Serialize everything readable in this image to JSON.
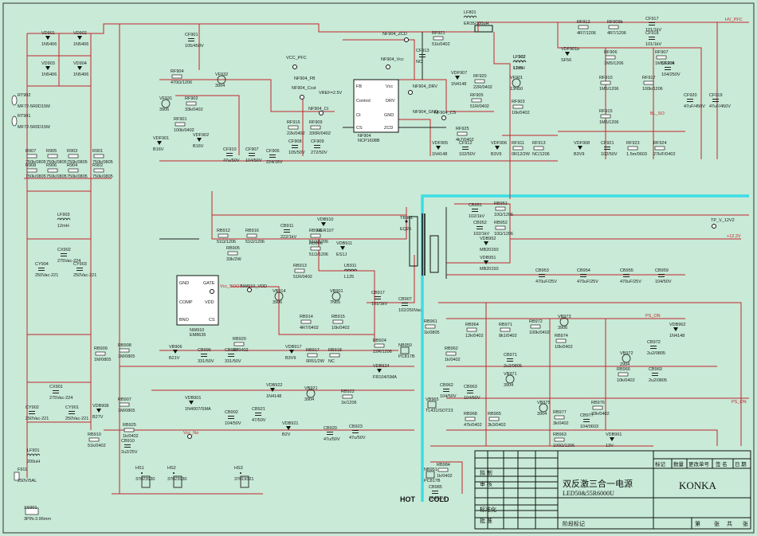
{
  "title_block": {
    "title_cn": "双反激三合一电源",
    "model": "LED50&55R6000U",
    "brand": "KONKA",
    "rows": [
      "拟 制",
      "审 核",
      "标准化",
      "批 准"
    ],
    "header": [
      "标记",
      "数量",
      "更改单号",
      "签 名",
      "日 期"
    ],
    "footer": [
      "阶段标记",
      "第",
      "张",
      "共",
      "张"
    ]
  },
  "sides": {
    "hot": "HOT",
    "cold": "COLD"
  },
  "ic": {
    "pfc": {
      "ref": "NF904",
      "part": "NCP1608B",
      "pins": [
        "FB",
        "Vcc",
        "Control",
        "DRV",
        "Ct",
        "GND",
        "CS",
        "ZCD"
      ]
    },
    "pwm": {
      "ref": "NW910",
      "part": "EM8635",
      "pins": [
        "GND",
        "GATE",
        "COMP",
        "VDD",
        "BNO",
        "CS"
      ]
    }
  },
  "nets": {
    "hv_pfc": "HV_PFC",
    "vcc_pfc": "VCC_PFC",
    "bl_so": "BL_SO",
    "ps_on_a": "PS_ON",
    "ps_on_b": "PS_ON",
    "tp": "TP_V_12V2",
    "p12v": "+12.2V",
    "vcc_boot": "Vcc_BOOT",
    "vcc_no": "Vcc_No",
    "nw_vdd": "NW910_VDD",
    "nf_fb": "NF904_FB",
    "nf_ct": "NF904_Ct",
    "nf_cs": "NF904_CS",
    "nf_gnd": "NF904_GND",
    "nf_drv": "NF904_DRV",
    "nf_zcd": "NF904_ZCD",
    "nf_vcc": "NF904_Vcc",
    "nf_ccst": "NF904_Ccst",
    "vref": "VREF=2.5V"
  },
  "components": [
    {
      "ref": "VD901",
      "val": "1N5406"
    },
    {
      "ref": "VD902",
      "val": "1N5406"
    },
    {
      "ref": "VD903",
      "val": "1N5406"
    },
    {
      "ref": "VD904",
      "val": "1N5406"
    },
    {
      "ref": "RT902",
      "val": "MF72-5R0D15M"
    },
    {
      "ref": "RT901",
      "val": "MF72-5R0D15M"
    },
    {
      "ref": "R907",
      "val": "750k/0805"
    },
    {
      "ref": "R905",
      "val": "750k/0805"
    },
    {
      "ref": "R903",
      "val": "750k/0805"
    },
    {
      "ref": "R901",
      "val": "750k/0805"
    },
    {
      "ref": "R908",
      "val": "750k/0805"
    },
    {
      "ref": "R906",
      "val": "750k/0805"
    },
    {
      "ref": "R904",
      "val": "750k/0805"
    },
    {
      "ref": "R902",
      "val": "750k/0805"
    },
    {
      "ref": "LF903",
      "val": "12mH"
    },
    {
      "ref": "CX902",
      "val": "275Vac-224"
    },
    {
      "ref": "CY904",
      "val": "250Vac-221"
    },
    {
      "ref": "CY903",
      "val": "250Vac-221"
    },
    {
      "ref": "LF902",
      "val": "12mH"
    },
    {
      "ref": "CX901",
      "val": "275Vac-224"
    },
    {
      "ref": "CY902",
      "val": "250Vac-221"
    },
    {
      "ref": "CY901",
      "val": "250Vac-221"
    },
    {
      "ref": "LF901",
      "val": "200uH"
    },
    {
      "ref": "F911",
      "val": "250V/5AL"
    },
    {
      "ref": "XS901",
      "val": "3PIN-3.96mm"
    },
    {
      "ref": "CF901",
      "val": "105/450V"
    },
    {
      "ref": "RF904",
      "val": "470Ω/1206"
    },
    {
      "ref": "VF932",
      "val": "3904"
    },
    {
      "ref": "VF931",
      "val": "3906"
    },
    {
      "ref": "RF902",
      "val": "33k/0402"
    },
    {
      "ref": "RF901",
      "val": "100k/0402"
    },
    {
      "ref": "VDF901",
      "val": "B16V"
    },
    {
      "ref": "VDF902",
      "val": "B16V"
    },
    {
      "ref": "CF910",
      "val": "47u/50V"
    },
    {
      "ref": "CF907",
      "val": "104/50V"
    },
    {
      "ref": "CF906",
      "val": "224/16V"
    },
    {
      "ref": "RF916",
      "val": "22k/0402"
    },
    {
      "ref": "CF908",
      "val": "105/50V"
    },
    {
      "ref": "RF909",
      "val": "330R/0402"
    },
    {
      "ref": "CF909",
      "val": "272/50V"
    },
    {
      "ref": "RF921",
      "val": "51k/0402"
    },
    {
      "ref": "CF913",
      "val": "NC"
    },
    {
      "ref": "LF801",
      "val": "ER35/300uH"
    },
    {
      "ref": "VDF907",
      "val": "1N4148"
    },
    {
      "ref": "RF920",
      "val": "22R/0402"
    },
    {
      "ref": "RF905",
      "val": "51R/0402"
    },
    {
      "ref": "VF901",
      "val": "13N50"
    },
    {
      "ref": "RF903",
      "val": "10k/0402"
    },
    {
      "ref": "VDF905",
      "val": "1N4148"
    },
    {
      "ref": "RF925",
      "val": "4k7/0402"
    },
    {
      "ref": "CF912",
      "val": "102/50V"
    },
    {
      "ref": "VDF906",
      "val": "B3V9"
    },
    {
      "ref": "RF911",
      "val": "0R12/2W"
    },
    {
      "ref": "RF913",
      "val": "NC/1206"
    },
    {
      "ref": "RF912",
      "val": "4R7/1206"
    },
    {
      "ref": "RF909b",
      "val": "4R7/1206"
    },
    {
      "ref": "CF917",
      "val": "101/1kV"
    },
    {
      "ref": "CF918",
      "val": "101/1kV"
    },
    {
      "ref": "LF902",
      "val": "L125"
    },
    {
      "ref": "VDF901b",
      "val": "SF56"
    },
    {
      "ref": "RF906",
      "val": "1M5/1206"
    },
    {
      "ref": "RF907",
      "val": "1M5/1206"
    },
    {
      "ref": "RF910",
      "val": "1M5/1206"
    },
    {
      "ref": "RF917",
      "val": "100k/1206"
    },
    {
      "ref": "CF904",
      "val": "104/250V"
    },
    {
      "ref": "CF920",
      "val": "47uF/450V"
    },
    {
      "ref": "CF919",
      "val": "47uF/450V"
    },
    {
      "ref": "RF915",
      "val": "1M5/1206"
    },
    {
      "ref": "VDF908",
      "val": "B3V9"
    },
    {
      "ref": "CF921",
      "val": "102/50V"
    },
    {
      "ref": "RF923",
      "val": "1.5m/0603"
    },
    {
      "ref": "RF924",
      "val": "27k/F/0402"
    },
    {
      "ref": "RB912",
      "val": "51Ω/1206"
    },
    {
      "ref": "RB916",
      "val": "51Ω/1206"
    },
    {
      "ref": "CB911",
      "val": "222/1kV"
    },
    {
      "ref": "VDB910",
      "val": "HER107"
    },
    {
      "ref": "RB911",
      "val": "51Ω/1206"
    },
    {
      "ref": "RB906",
      "val": "51Ω/1206"
    },
    {
      "ref": "RB905",
      "val": "33k/2W"
    },
    {
      "ref": "VDB911",
      "val": "ES1J"
    },
    {
      "ref": "TB901",
      "val": "EQ25"
    },
    {
      "ref": "CB907",
      "val": "102/250Vac"
    },
    {
      "ref": "LB911",
      "val": "L125"
    },
    {
      "ref": "CB917",
      "val": "101/1kV"
    },
    {
      "ref": "RB913",
      "val": "51R/0402"
    },
    {
      "ref": "VB914",
      "val": "3906"
    },
    {
      "ref": "VB901",
      "val": "7N65"
    },
    {
      "ref": "RB914",
      "val": "4R7/0402"
    },
    {
      "ref": "RB915",
      "val": "10k/0402"
    },
    {
      "ref": "RB920",
      "val": "1k/0402"
    },
    {
      "ref": "CB996",
      "val": "331/50V"
    },
    {
      "ref": "CB947",
      "val": "331/50V"
    },
    {
      "ref": "VDB917",
      "val": "B3V9"
    },
    {
      "ref": "RB917",
      "val": "0R51/2W"
    },
    {
      "ref": "RB918",
      "val": "NC"
    },
    {
      "ref": "RB924",
      "val": "22R/1206"
    },
    {
      "ref": "NB950",
      "val": "PC817B"
    },
    {
      "ref": "VDB924",
      "val": "FR104/SMA"
    },
    {
      "ref": "RB909",
      "val": "1M/0805"
    },
    {
      "ref": "RB908",
      "val": "1M/0805"
    },
    {
      "ref": "RB907",
      "val": "1M/0805"
    },
    {
      "ref": "VDB901",
      "val": "1N4007/SMA"
    },
    {
      "ref": "VDB922",
      "val": "1N4148"
    },
    {
      "ref": "VB921",
      "val": "3904"
    },
    {
      "ref": "RB925",
      "val": "1k/0402"
    },
    {
      "ref": "RB910",
      "val": "51k/0402"
    },
    {
      "ref": "CB910",
      "val": "2u2/25V"
    },
    {
      "ref": "CB902",
      "val": "104/50V"
    },
    {
      "ref": "CB921",
      "val": "47/50V"
    },
    {
      "ref": "VDB921",
      "val": "B2V"
    },
    {
      "ref": "RB922",
      "val": "1k/1206"
    },
    {
      "ref": "CB920",
      "val": "47u/50V"
    },
    {
      "ref": "CB923",
      "val": "47u/50V"
    },
    {
      "ref": "VDB908",
      "val": "B27V"
    },
    {
      "ref": "VB906",
      "val": "B21V"
    },
    {
      "ref": "CB951",
      "val": "102/1kV"
    },
    {
      "ref": "RB951",
      "val": "10Ω/1206"
    },
    {
      "ref": "CB952",
      "val": "102/1kV"
    },
    {
      "ref": "RB952",
      "val": "10Ω/1206"
    },
    {
      "ref": "VDB952",
      "val": "MB20150"
    },
    {
      "ref": "VDB951",
      "val": "MB20150"
    },
    {
      "ref": "CB953",
      "val": "470uF/25V"
    },
    {
      "ref": "CB954",
      "val": "470uF/25V"
    },
    {
      "ref": "CB955",
      "val": "470uF/25V"
    },
    {
      "ref": "CB959",
      "val": "104/50V"
    },
    {
      "ref": "RB961",
      "val": "1k/0805"
    },
    {
      "ref": "RB962",
      "val": "1k/0402"
    },
    {
      "ref": "RB964",
      "val": "12k/0402"
    },
    {
      "ref": "VB971",
      "val": "3904"
    },
    {
      "ref": "RB971",
      "val": "8k1/0402"
    },
    {
      "ref": "CB971",
      "val": "2u2/0805"
    },
    {
      "ref": "RB972",
      "val": "100k/0402"
    },
    {
      "ref": "VB973",
      "val": "3906"
    },
    {
      "ref": "RB974",
      "val": "10k/0402"
    },
    {
      "ref": "VDB962",
      "val": "1N4148"
    },
    {
      "ref": "CB972",
      "val": "2u2/0805"
    },
    {
      "ref": "VB972",
      "val": "2904"
    },
    {
      "ref": "RB966",
      "val": "10k/0402"
    },
    {
      "ref": "CB960",
      "val": "2u2/0805"
    },
    {
      "ref": "VB965",
      "val": "TL431/SOT23"
    },
    {
      "ref": "CB962",
      "val": "104/50V"
    },
    {
      "ref": "CB963",
      "val": "104/50V"
    },
    {
      "ref": "RB968",
      "val": "47k/0402"
    },
    {
      "ref": "RB965",
      "val": "3k3/0402"
    },
    {
      "ref": "VB975",
      "val": "3904"
    },
    {
      "ref": "RB977",
      "val": "3k/0402"
    },
    {
      "ref": "CB977",
      "val": "104/0603"
    },
    {
      "ref": "RB976",
      "val": "33k/0402"
    },
    {
      "ref": "RB963",
      "val": "100Ω/1206"
    },
    {
      "ref": "VDB961",
      "val": "13V"
    },
    {
      "ref": "NB951",
      "val": "PC817B"
    },
    {
      "ref": "RB984",
      "val": "1k/0402"
    },
    {
      "ref": "CB985",
      "val": "104/50V"
    },
    {
      "ref": "HS1",
      "val": "37023930"
    },
    {
      "ref": "HS2",
      "val": "37023930"
    },
    {
      "ref": "HS3",
      "val": "37019321"
    }
  ]
}
